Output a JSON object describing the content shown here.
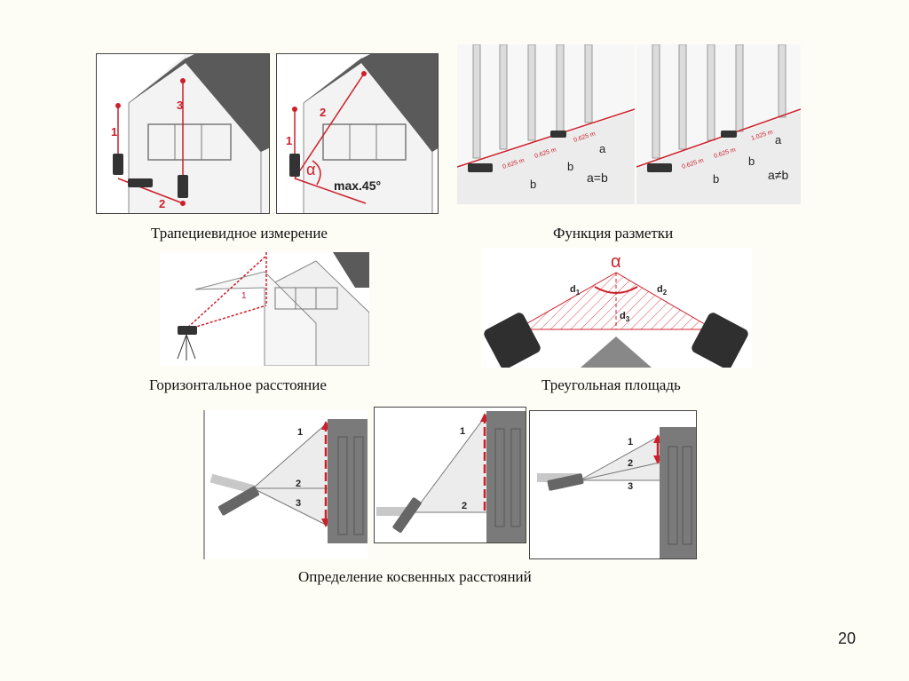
{
  "captions": {
    "trapezoid": "Трапециевидное измерение",
    "stakeout": "Функция разметки",
    "horizontal": "Горизонтальное расстояние",
    "triangle": "Треугольная площадь",
    "indirect": "Определение косвенных расстояний"
  },
  "page_number": "20",
  "labels": {
    "one": "1",
    "two": "2",
    "three": "3",
    "alpha": "α",
    "max45": "max.45°",
    "a": "a",
    "b": "b",
    "a_eq_b": "a=b",
    "a_neq_b": "a≠b",
    "m0625": "0.625 m",
    "m1025": "1.025 m",
    "d1": "d",
    "d2": "d",
    "d3": "d",
    "sub1": "1",
    "sub2": "2",
    "sub3": "3"
  },
  "colors": {
    "accent_red": "#cc1f2a",
    "roof": "#555555",
    "wall": "#f2f2f2"
  }
}
